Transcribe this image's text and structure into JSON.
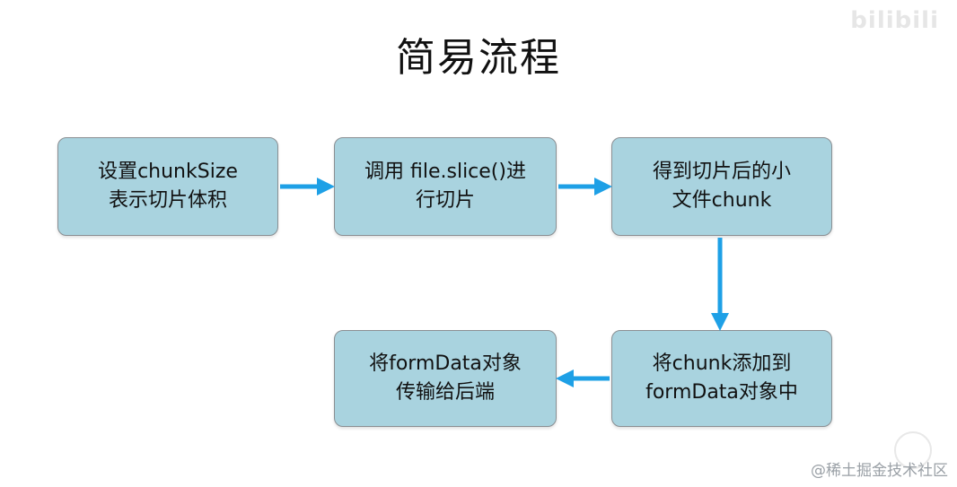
{
  "title": "简易流程",
  "logo": "bilibili",
  "watermark": "@稀土掘金技术社区",
  "steps": [
    {
      "line1": "设置chunkSize",
      "line2": "表示切片体积"
    },
    {
      "line1": "调用 file.slice()进",
      "line2": "行切片"
    },
    {
      "line1": "得到切片后的小",
      "line2": "文件chunk"
    },
    {
      "line1": "将chunk添加到",
      "line2": "formData对象中"
    },
    {
      "line1": "将formData对象",
      "line2": "传输给后端"
    }
  ],
  "colors": {
    "box_fill": "#a9d3df",
    "box_border": "#8a8f93",
    "arrow": "#1ea0e6"
  }
}
